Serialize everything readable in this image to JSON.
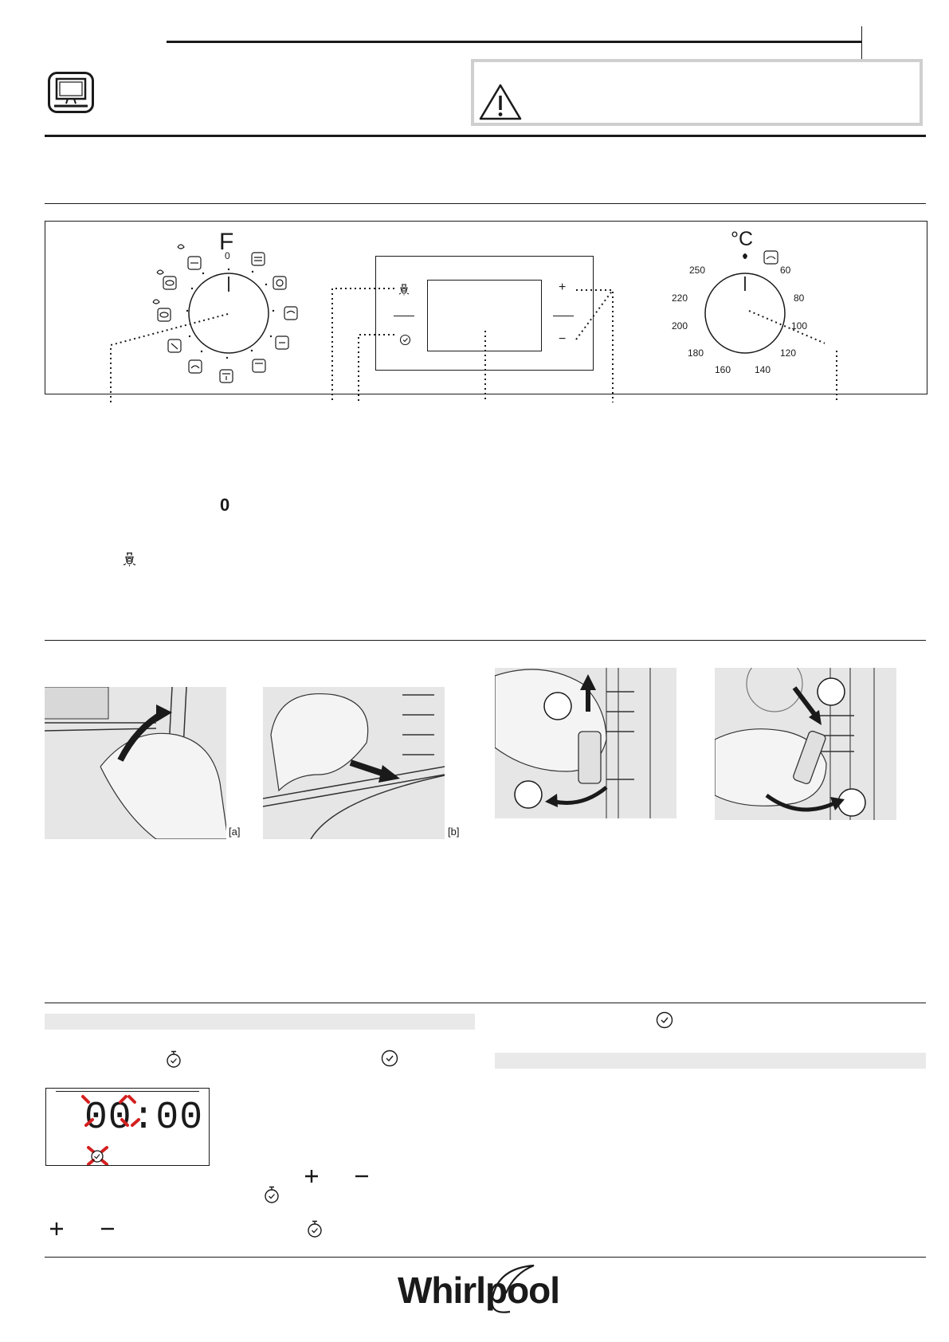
{
  "panel": {
    "selector": {
      "letter": "F",
      "zero_mark": "0"
    },
    "thermostat": {
      "unit": "°C",
      "values": [
        "250",
        "220",
        "200",
        "180",
        "160",
        "140",
        "120",
        "100",
        "80",
        "60"
      ]
    },
    "keypad": {
      "plus": "+",
      "minus": "−"
    }
  },
  "text_section": {
    "zero": "0"
  },
  "figures": {
    "a": "[a]",
    "b": "[b]"
  },
  "display": {
    "time": "00:00"
  },
  "brand": {
    "name": "Whirlpool"
  },
  "icons": {
    "monitor": "monitor-icon",
    "warning": "warning-triangle-icon",
    "light": "oven-light-icon",
    "clock": "clock-icon",
    "timer": "timer-icon",
    "plus": "plus-icon",
    "minus": "minus-icon"
  }
}
